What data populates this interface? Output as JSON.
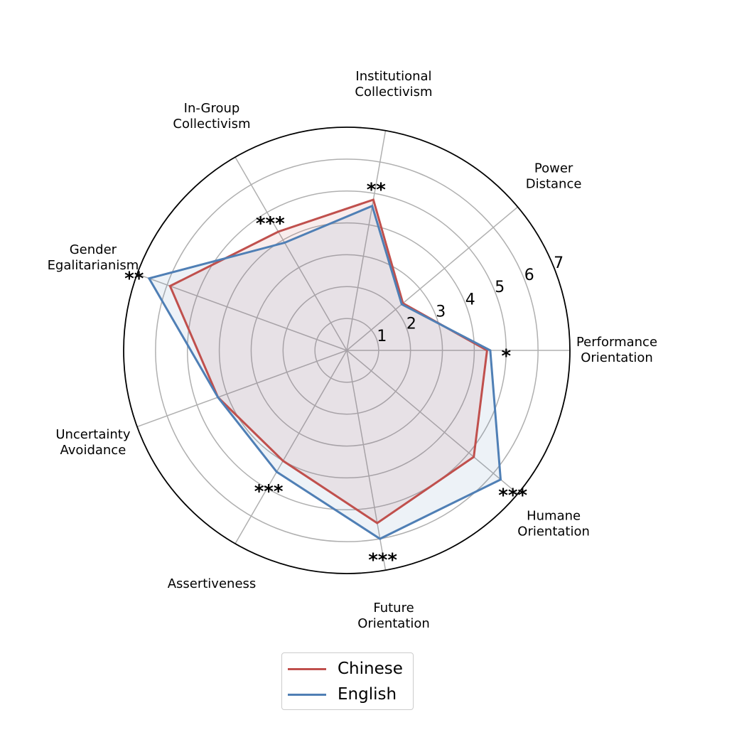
{
  "chart_data": {
    "type": "radar",
    "title": "",
    "axes": [
      "Performance\nOrientation",
      "Power\nDistance",
      "Institutional\nCollectivism",
      "In-Group\nCollectivism",
      "Gender\nEgalitarianism",
      "Uncertainty\nAvoidance",
      "Assertiveness",
      "Future\nOrientation",
      "Humane\nOrientation"
    ],
    "radial_ticks": [
      "1",
      "2",
      "3",
      "4",
      "5",
      "6",
      "7"
    ],
    "rlim": [
      0,
      7
    ],
    "significance": [
      "*",
      "",
      "**",
      "***",
      "**",
      "",
      "***",
      "***",
      "***"
    ],
    "series": [
      {
        "name": "Chinese",
        "color": "#c0504d",
        "values": [
          4.4,
          2.3,
          4.8,
          4.3,
          5.9,
          4.3,
          4.0,
          5.5,
          5.2
        ]
      },
      {
        "name": "English",
        "color": "#4f7fb5",
        "values": [
          4.5,
          2.25,
          4.6,
          3.9,
          6.6,
          4.3,
          4.4,
          6.0,
          6.3
        ]
      }
    ],
    "legend": "bottom-center",
    "grid": true
  }
}
